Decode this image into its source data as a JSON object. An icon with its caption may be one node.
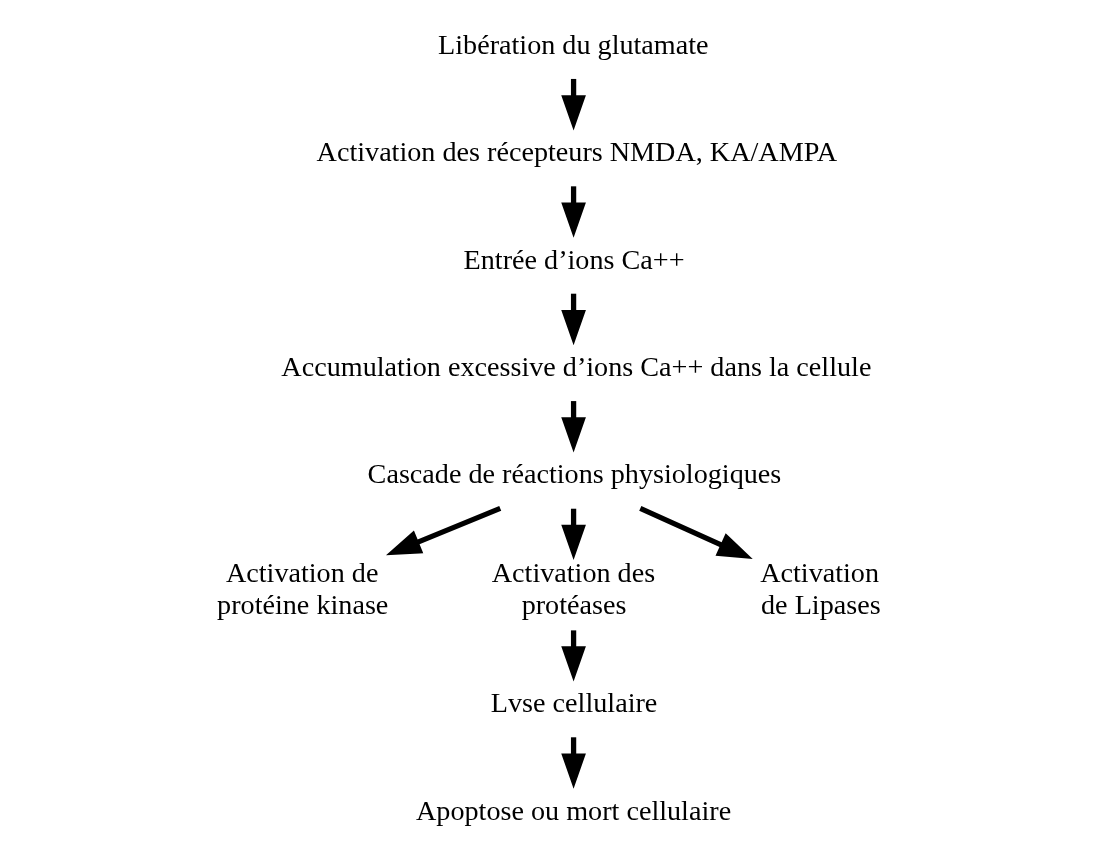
{
  "diagram": {
    "nodes": [
      {
        "text": [
          "Libération du glutamate"
        ]
      },
      {
        "text": [
          "Activation des récepteurs NMDA, KA/AMPA"
        ]
      },
      {
        "text": [
          "Entrée d’ions Ca++"
        ]
      },
      {
        "text": [
          "Accumulation excessive d’ions Ca++ dans la cellule"
        ]
      },
      {
        "text": [
          "Cascade de réactions physiologiques"
        ]
      },
      {
        "text": [
          "Activation de protéine kinase"
        ]
      },
      {
        "text": [
          "Activation des protéases"
        ]
      },
      {
        "text": [
          "Activation de Lipases"
        ]
      },
      {
        "text": [
          "Lvse cellulaire"
        ]
      },
      {
        "text": [
          "Apoptose ou mort cellulaire"
        ]
      }
    ],
    "edges": [
      {
        "from": 0,
        "to": 1,
        "arrow": "to"
      },
      {
        "from": 1,
        "to": 2,
        "arrow": "to"
      },
      {
        "from": 2,
        "to": 3,
        "arrow": "to"
      },
      {
        "from": 3,
        "to": 4,
        "arrow": "to"
      },
      {
        "from": 4,
        "to": 5,
        "arrow": "to"
      },
      {
        "from": 4,
        "to": 6,
        "arrow": "to"
      },
      {
        "from": 4,
        "to": 7,
        "arrow": "to"
      },
      {
        "from": 6,
        "to": 8,
        "arrow": "to"
      },
      {
        "from": 8,
        "to": 9,
        "arrow": "to"
      }
    ]
  }
}
